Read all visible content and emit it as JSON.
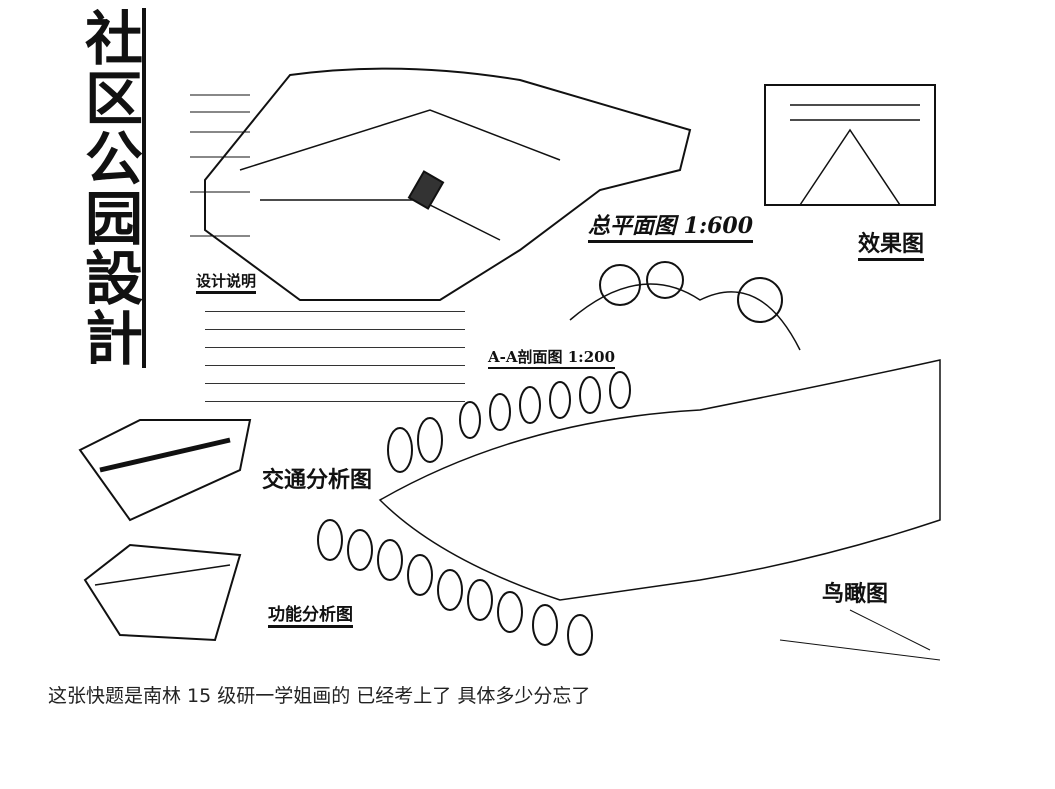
{
  "drawing": {
    "title": "社区公园設計",
    "labels": {
      "master_plan": "总平面图 1:600",
      "rendering": "效果图",
      "design_notes": "设计说明",
      "section": "A-A剖面图 1:200",
      "traffic": "交通分析图",
      "function": "功能分析图",
      "aerial": "鸟瞰图"
    }
  },
  "caption": "这张快题是南林 15 级研一学姐画的 已经考上了 具体多少分忘了"
}
